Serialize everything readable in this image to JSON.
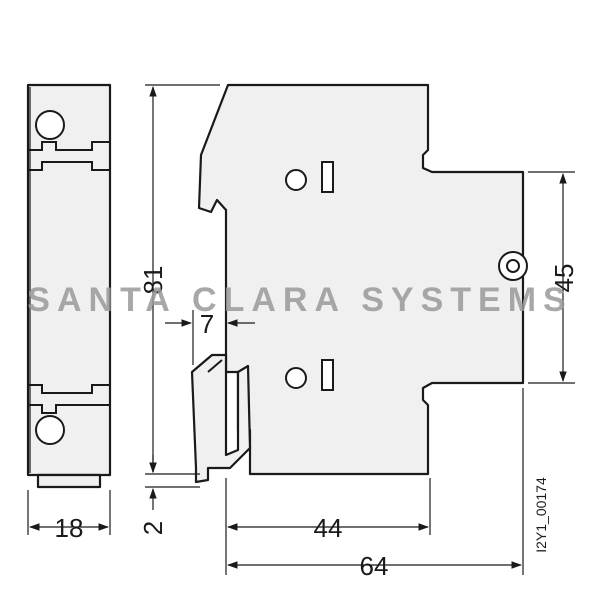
{
  "dimensions": {
    "width_module": "18",
    "height_total": "81",
    "rail_gap": "7",
    "rail_offset": "2",
    "depth_front": "44",
    "depth_total": "64",
    "height_front": "45"
  },
  "drawing_number": "I2Y1_00174",
  "watermark": "SANTA CLARA SYSTEMS"
}
